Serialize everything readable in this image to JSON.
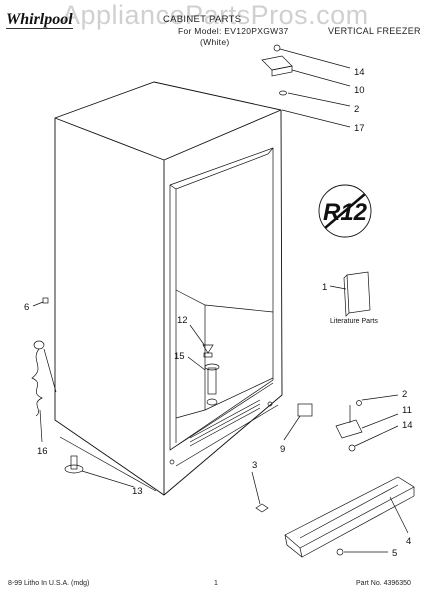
{
  "header": {
    "brand": "Whirlpool",
    "watermark": "AppliancePartsPros.com",
    "section_title": "CABINET PARTS",
    "model_line": "For Model: EV120PXGW37",
    "color_line": "(White)",
    "product_type": "VERTICAL FREEZER"
  },
  "callouts": {
    "c14a": "14",
    "c10": "10",
    "c2a": "2",
    "c17": "17",
    "c1": "1",
    "c6": "6",
    "c12": "12",
    "c15": "15",
    "c16": "16",
    "c2b": "2",
    "c11": "11",
    "c14b": "14",
    "c9": "9",
    "c3": "3",
    "c13": "13",
    "c4": "4",
    "c5": "5"
  },
  "r12_mark": "R12",
  "literature_label": "Literature Parts",
  "footer": {
    "left": "8-99 Litho In U.S.A. (mdg)",
    "center": "1",
    "right": "Part No. 4396350"
  }
}
